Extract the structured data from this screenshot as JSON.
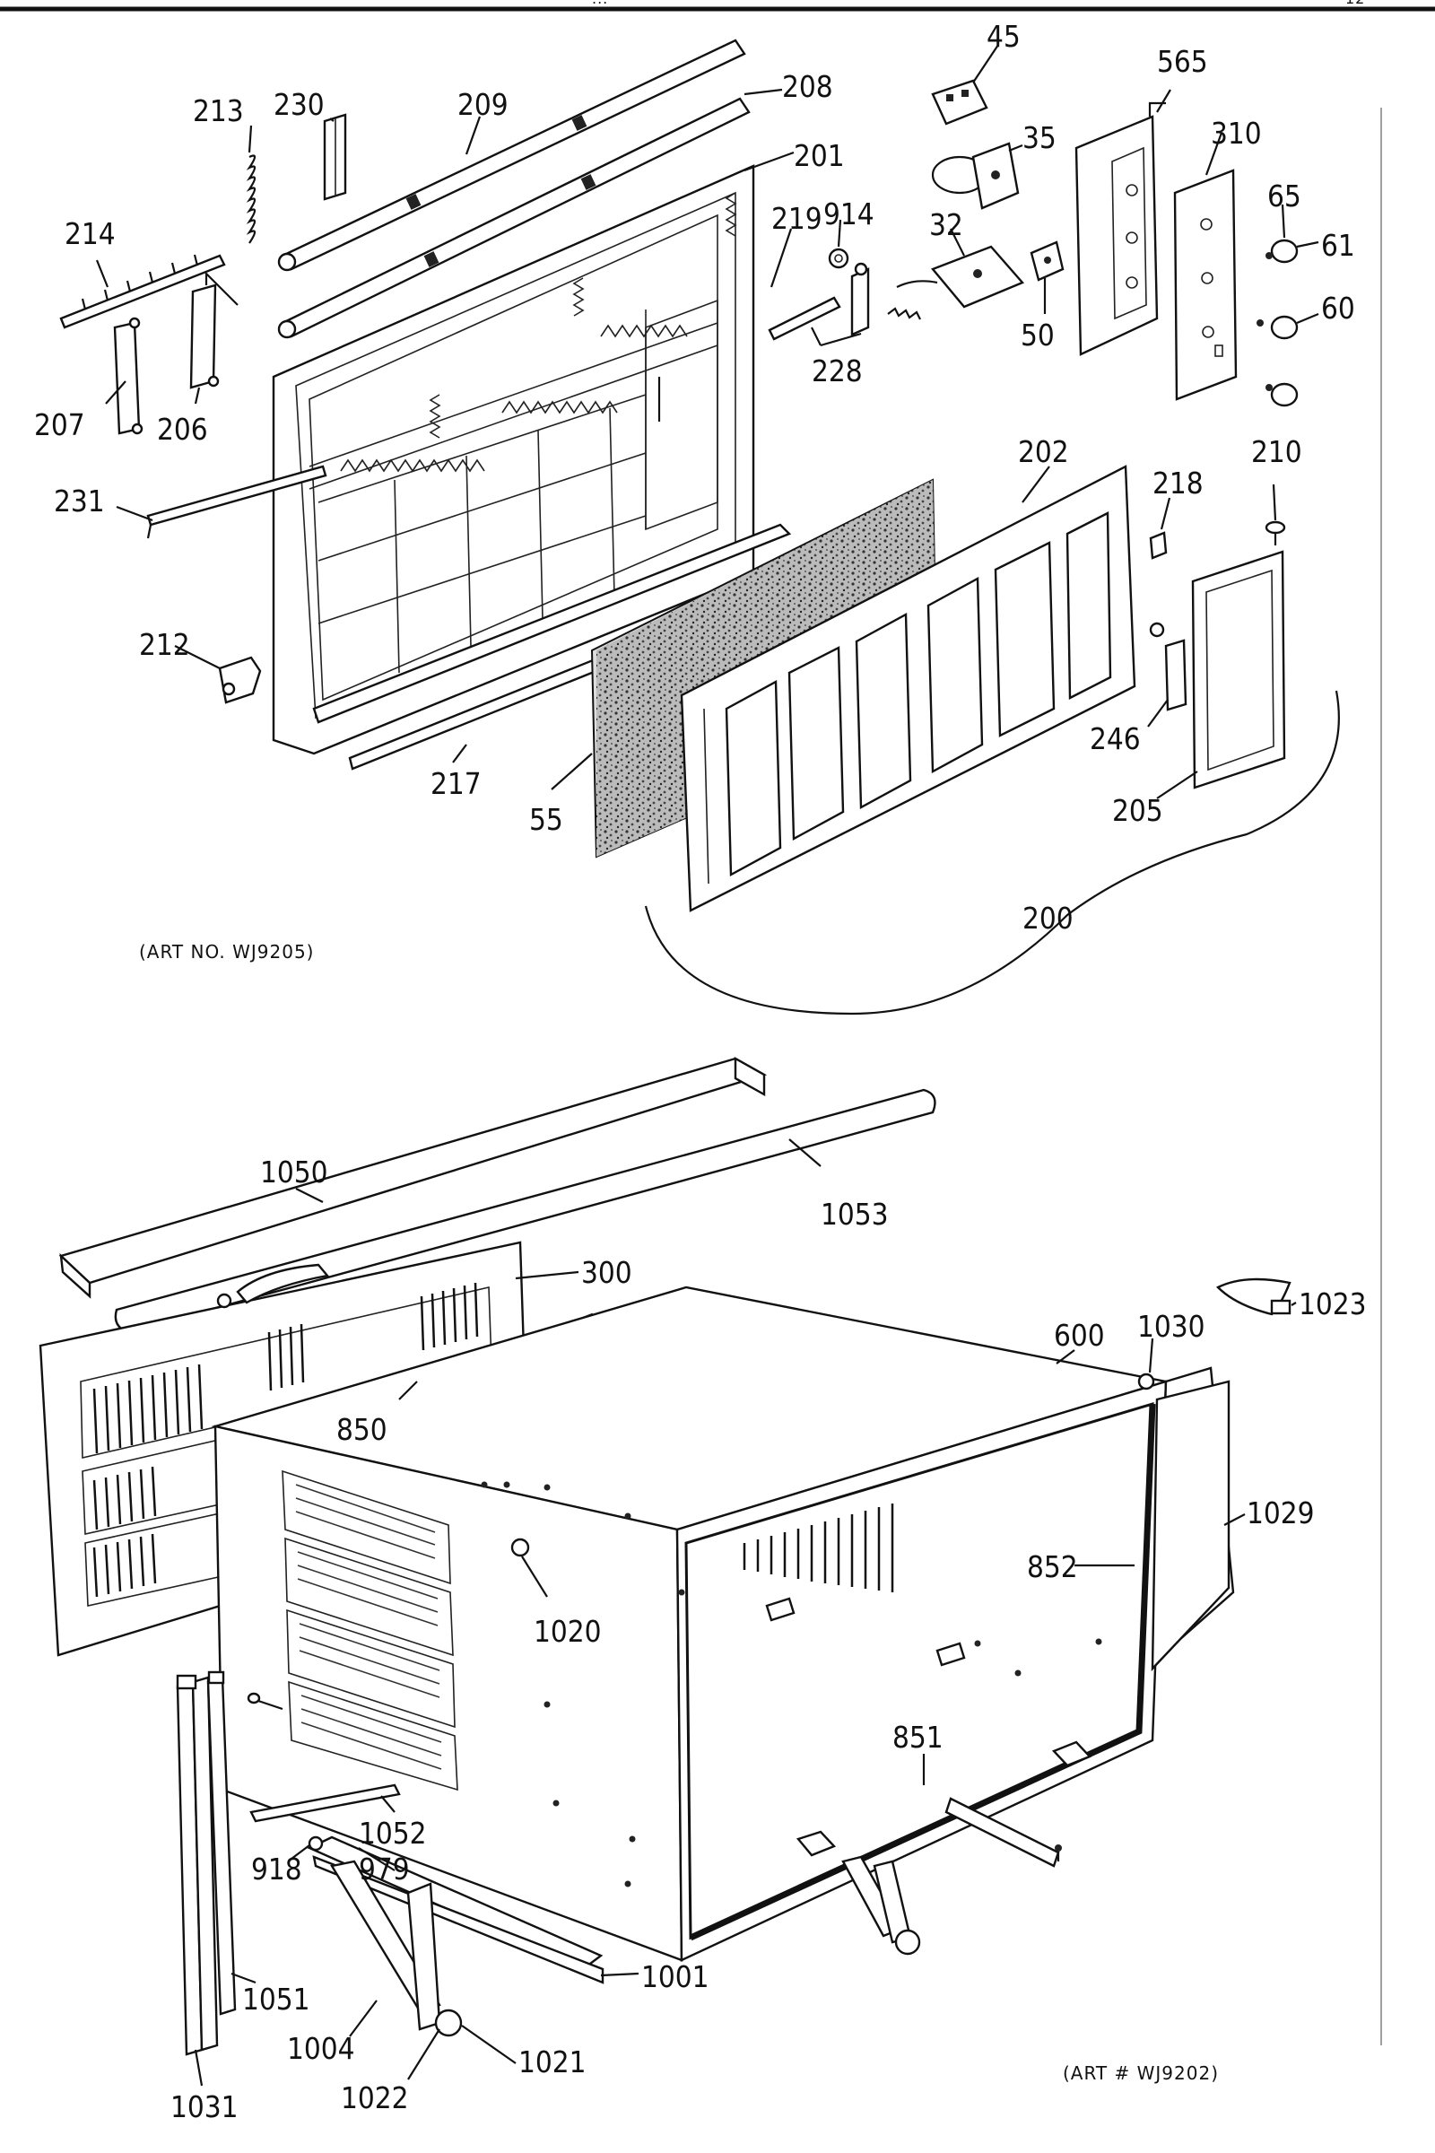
{
  "page_title_partial": "...",
  "page_number_partial": "12",
  "top_diagram": {
    "art_no": "(ART NO. WJ9205)",
    "labels": {
      "p45": "45",
      "p565": "565",
      "p310": "310",
      "p35": "35",
      "p213": "213",
      "p230": "230",
      "p209": "209",
      "p208": "208",
      "p201": "201",
      "p65": "65",
      "p61": "61",
      "p219": "219",
      "p914": "914",
      "p32": "32",
      "p214": "214",
      "p50": "50",
      "p60": "60",
      "p228": "228",
      "p207": "207",
      "p206": "206",
      "p202": "202",
      "p210": "210",
      "p218": "218",
      "p231": "231",
      "p212": "212",
      "p246": "246",
      "p217": "217",
      "p205": "205",
      "p55": "55",
      "p200": "200"
    }
  },
  "bottom_diagram": {
    "art_no": "(ART # WJ9202)",
    "labels": {
      "p1050": "1050",
      "p1053": "1053",
      "p300": "300",
      "p1030": "1030",
      "p1023": "1023",
      "p600": "600",
      "p850": "850",
      "p1029": "1029",
      "p852": "852",
      "p1020": "1020",
      "p851": "851",
      "p1052": "1052",
      "p918": "918",
      "p979": "979",
      "p1051": "1051",
      "p1001": "1001",
      "p1004": "1004",
      "p1031": "1031",
      "p1022": "1022",
      "p1021": "1021"
    }
  }
}
